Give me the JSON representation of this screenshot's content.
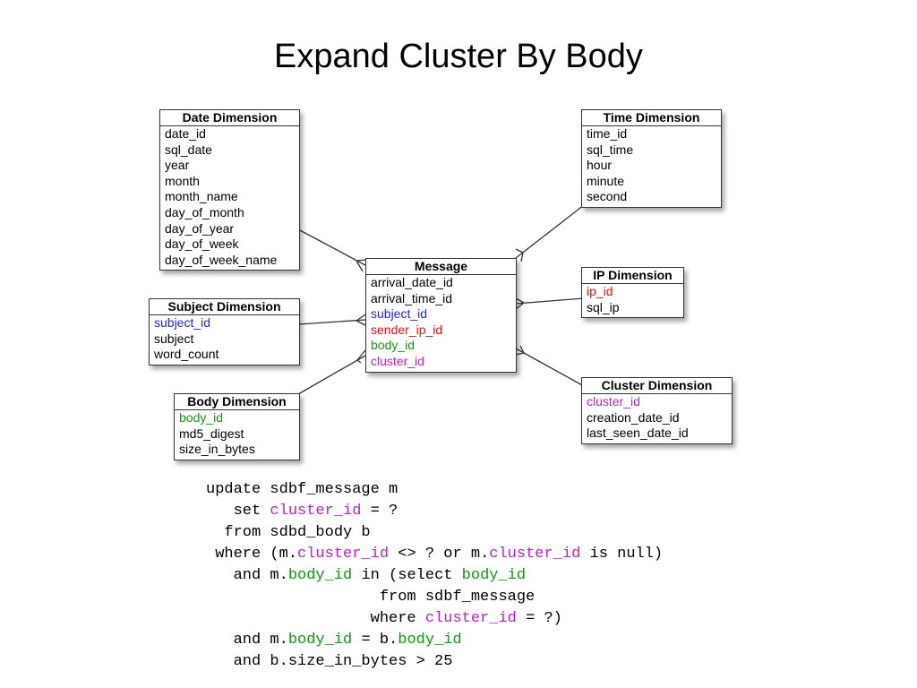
{
  "title": "Expand Cluster By Body",
  "colors": {
    "blue": "#2222dd",
    "red": "#e01010",
    "green": "#119911",
    "magenta": "#bb22cc"
  },
  "entities": {
    "date_dimension": {
      "name": "Date Dimension",
      "fields": [
        {
          "name": "date_id",
          "color": "black"
        },
        {
          "name": "sql_date",
          "color": "black"
        },
        {
          "name": "year",
          "color": "black"
        },
        {
          "name": "month",
          "color": "black"
        },
        {
          "name": "month_name",
          "color": "black"
        },
        {
          "name": "day_of_month",
          "color": "black"
        },
        {
          "name": "day_of_year",
          "color": "black"
        },
        {
          "name": "day_of_week",
          "color": "black"
        },
        {
          "name": "day_of_week_name",
          "color": "black"
        }
      ]
    },
    "time_dimension": {
      "name": "Time Dimension",
      "fields": [
        {
          "name": "time_id",
          "color": "black"
        },
        {
          "name": "sql_time",
          "color": "black"
        },
        {
          "name": "hour",
          "color": "black"
        },
        {
          "name": "minute",
          "color": "black"
        },
        {
          "name": "second",
          "color": "black"
        }
      ]
    },
    "message": {
      "name": "Message",
      "fields": [
        {
          "name": "arrival_date_id",
          "color": "black"
        },
        {
          "name": "arrival_time_id",
          "color": "black"
        },
        {
          "name": "subject_id",
          "color": "blue"
        },
        {
          "name": "sender_ip_id",
          "color": "red"
        },
        {
          "name": "body_id",
          "color": "green"
        },
        {
          "name": "cluster_id",
          "color": "magenta"
        }
      ]
    },
    "ip_dimension": {
      "name": "IP Dimension",
      "fields": [
        {
          "name": "ip_id",
          "color": "red"
        },
        {
          "name": "sql_ip",
          "color": "black"
        }
      ]
    },
    "subject_dimension": {
      "name": "Subject Dimension",
      "fields": [
        {
          "name": "subject_id",
          "color": "blue"
        },
        {
          "name": "subject",
          "color": "black"
        },
        {
          "name": "word_count",
          "color": "black"
        }
      ]
    },
    "body_dimension": {
      "name": "Body Dimension",
      "fields": [
        {
          "name": "body_id",
          "color": "green"
        },
        {
          "name": "md5_digest",
          "color": "black"
        },
        {
          "name": "size_in_bytes",
          "color": "black"
        }
      ]
    },
    "cluster_dimension": {
      "name": "Cluster Dimension",
      "fields": [
        {
          "name": "cluster_id",
          "color": "magenta"
        },
        {
          "name": "creation_date_id",
          "color": "black"
        },
        {
          "name": "last_seen_date_id",
          "color": "black"
        }
      ]
    }
  },
  "relationships": [
    {
      "from": "date_dimension",
      "to": "message",
      "crowfoot_at": "message"
    },
    {
      "from": "time_dimension",
      "to": "message",
      "crowfoot_at": "message"
    },
    {
      "from": "subject_dimension",
      "to": "message",
      "crowfoot_at": "message"
    },
    {
      "from": "body_dimension",
      "to": "message",
      "crowfoot_at": "message"
    },
    {
      "from": "ip_dimension",
      "to": "message",
      "crowfoot_at": "message"
    },
    {
      "from": "cluster_dimension",
      "to": "message",
      "crowfoot_at": "message"
    }
  ],
  "sql": [
    [
      {
        "t": "update sdbf_message m"
      }
    ],
    [
      {
        "t": "   set "
      },
      {
        "t": "cluster_id",
        "c": "magenta"
      },
      {
        "t": " = ?"
      }
    ],
    [
      {
        "t": "  from sdbd_body b"
      }
    ],
    [
      {
        "t": " where (m."
      },
      {
        "t": "cluster_id",
        "c": "magenta"
      },
      {
        "t": " <> ? or m."
      },
      {
        "t": "cluster_id",
        "c": "magenta"
      },
      {
        "t": " is null)"
      }
    ],
    [
      {
        "t": "   and m."
      },
      {
        "t": "body_id",
        "c": "green"
      },
      {
        "t": " in (select "
      },
      {
        "t": "body_id",
        "c": "green"
      }
    ],
    [
      {
        "t": "                   from sdbf_message"
      }
    ],
    [
      {
        "t": "                  where "
      },
      {
        "t": "cluster_id",
        "c": "magenta"
      },
      {
        "t": " = ?)"
      }
    ],
    [
      {
        "t": "   and m."
      },
      {
        "t": "body_id",
        "c": "green"
      },
      {
        "t": " = b."
      },
      {
        "t": "body_id",
        "c": "green"
      }
    ],
    [
      {
        "t": "   and b.size_in_bytes > 25"
      }
    ]
  ]
}
